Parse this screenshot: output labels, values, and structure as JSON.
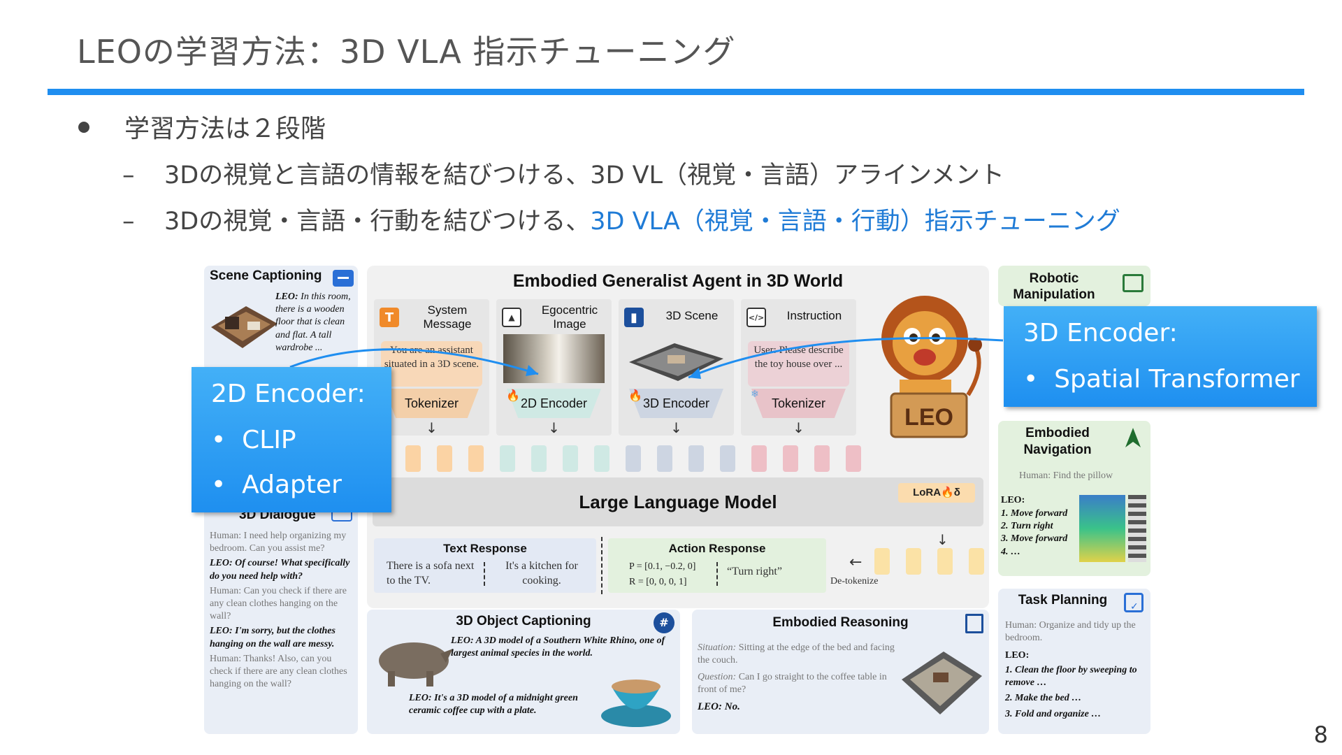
{
  "slide": {
    "title": "LEOの学習方法：3D VLA 指示チューニング",
    "page_number": "8"
  },
  "bullets": {
    "main": "学習方法は２段階",
    "sub1": "3Dの視覚と言語の情報を結びつける、3D VL（視覚・言語）アラインメント",
    "sub2_prefix": "3Dの視覚・言語・行動を結びつける、",
    "sub2_highlight": "3D VLA（視覚・言語・行動）指示チューニング"
  },
  "figure": {
    "hub_title": "Embodied Generalist Agent in 3D World",
    "inputs": [
      {
        "label": "System Message",
        "box_text": "You are an assistant situated in a 3D scene.",
        "tokenizer": "Tokenizer"
      },
      {
        "label": "Egocentric Image",
        "tokenizer": "2D Encoder"
      },
      {
        "label": "3D Scene",
        "tokenizer": "3D Encoder"
      },
      {
        "label": "Instruction",
        "box_text": "User: Please describe the toy house over ...",
        "tokenizer": "Tokenizer"
      }
    ],
    "llm_label": "Large Language Model",
    "lora_label": "LoRA🔥δ",
    "text_response": {
      "title": "Text Response",
      "left": "There is a sofa next to the TV.",
      "right": "It's a kitchen for cooking."
    },
    "action_response": {
      "title": "Action Response",
      "p_line": "P = [0.1, −0.2, 0]",
      "r_line": "R = [0, 0, 0, 1]",
      "quote": "“Turn right”"
    },
    "detokenize": "De-tokenize",
    "lion_sign": "LEO",
    "scene_captioning": {
      "title": "Scene Captioning",
      "leo": "LEO:",
      "text": "In this room, there is a wooden floor that is clean and flat. A tall wardrobe ..."
    },
    "dialogue": {
      "title": "3D Dialogue",
      "lines": [
        {
          "who": "human",
          "text": "Human: I need help organizing my bedroom. Can you assist me?"
        },
        {
          "who": "leo",
          "text": "LEO: Of course! What specifically do you need help with?"
        },
        {
          "who": "human",
          "text": "Human: Can you check if there are any clean clothes hanging on the wall?"
        },
        {
          "who": "leo",
          "text": "LEO: I'm sorry, but the clothes hanging on the wall are messy."
        },
        {
          "who": "human",
          "text": "Human: Thanks! Also, can you check if there are any clean clothes hanging on the wall?"
        }
      ]
    },
    "object_captioning": {
      "title": "3D Object Captioning",
      "leo1": "LEO: A 3D model of a Southern White Rhino, one of largest animal species in the world.",
      "leo2": "LEO: It's a 3D model of a midnight green ceramic coffee cup with a plate."
    },
    "embodied_reasoning": {
      "title": "Embodied Reasoning",
      "situation_label": "Situation:",
      "situation": "Sitting at the edge of the bed and facing the couch.",
      "question_label": "Question:",
      "question": "Can I go straight to the coffee table in front of me?",
      "answer": "LEO: No."
    },
    "robotic": {
      "title": "Robotic Manipulation"
    },
    "navigation": {
      "title": "Embodied Navigation",
      "human": "Human: Find the pillow",
      "leo": "LEO:",
      "steps": [
        "1. Move forward",
        "2. Turn right",
        "3. Move forward",
        "4. …"
      ]
    },
    "task_planning": {
      "title": "Task Planning",
      "human": "Human: Organize and tidy up the bedroom.",
      "leo": "LEO:",
      "steps": [
        "1. Clean the floor by sweeping to remove …",
        "2. Make the bed …",
        "3. Fold and organize …"
      ]
    }
  },
  "overlays": {
    "encoder2d": {
      "head": "2D Encoder:",
      "items": [
        "CLIP",
        "Adapter"
      ]
    },
    "encoder3d": {
      "head": "3D Encoder:",
      "items": [
        "Spatial Transformer"
      ]
    }
  },
  "colors": {
    "accent_blue": "#1f8ef0",
    "highlight_text": "#1f7bd6",
    "token_orange": "#fbd3a4",
    "token_teal": "#cfe9e4",
    "token_slate": "#cdd5e2",
    "token_pink": "#eebfc6",
    "token_yellow": "#fbe2a6"
  }
}
